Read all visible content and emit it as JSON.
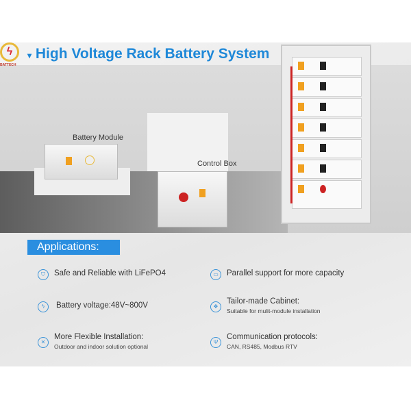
{
  "header": {
    "logo_text": "BATTECH",
    "title": "High Voltage Rack Battery System",
    "title_marker": "▾"
  },
  "products": {
    "battery_module": "Battery Module",
    "control_box": "Control Box"
  },
  "applications": {
    "heading": "Applications:",
    "items": [
      {
        "icon": "shield-icon",
        "glyph": "⛉",
        "title": "Safe and Reliable with LiFePO4",
        "sub": ""
      },
      {
        "icon": "parallel-icon",
        "glyph": "▭",
        "title": "Parallel support for more capacity",
        "sub": ""
      },
      {
        "icon": "lightning-icon",
        "glyph": "ϟ",
        "title": "Battery voltage:48V~800V",
        "sub": ""
      },
      {
        "icon": "cabinet-icon",
        "glyph": "❖",
        "title": "Tailor-made Cabinet:",
        "sub": "Suitable for mulit-module installation"
      },
      {
        "icon": "tools-icon",
        "glyph": "✕",
        "title": "More Flexible Installation:",
        "sub": "Outdoor and indoor solution optional"
      },
      {
        "icon": "antenna-icon",
        "glyph": "Ψ",
        "title": "Communication protocols:",
        "sub": "CAN, RS485, Modbus RTV"
      }
    ]
  },
  "colors": {
    "accent": "#1e88d8"
  }
}
